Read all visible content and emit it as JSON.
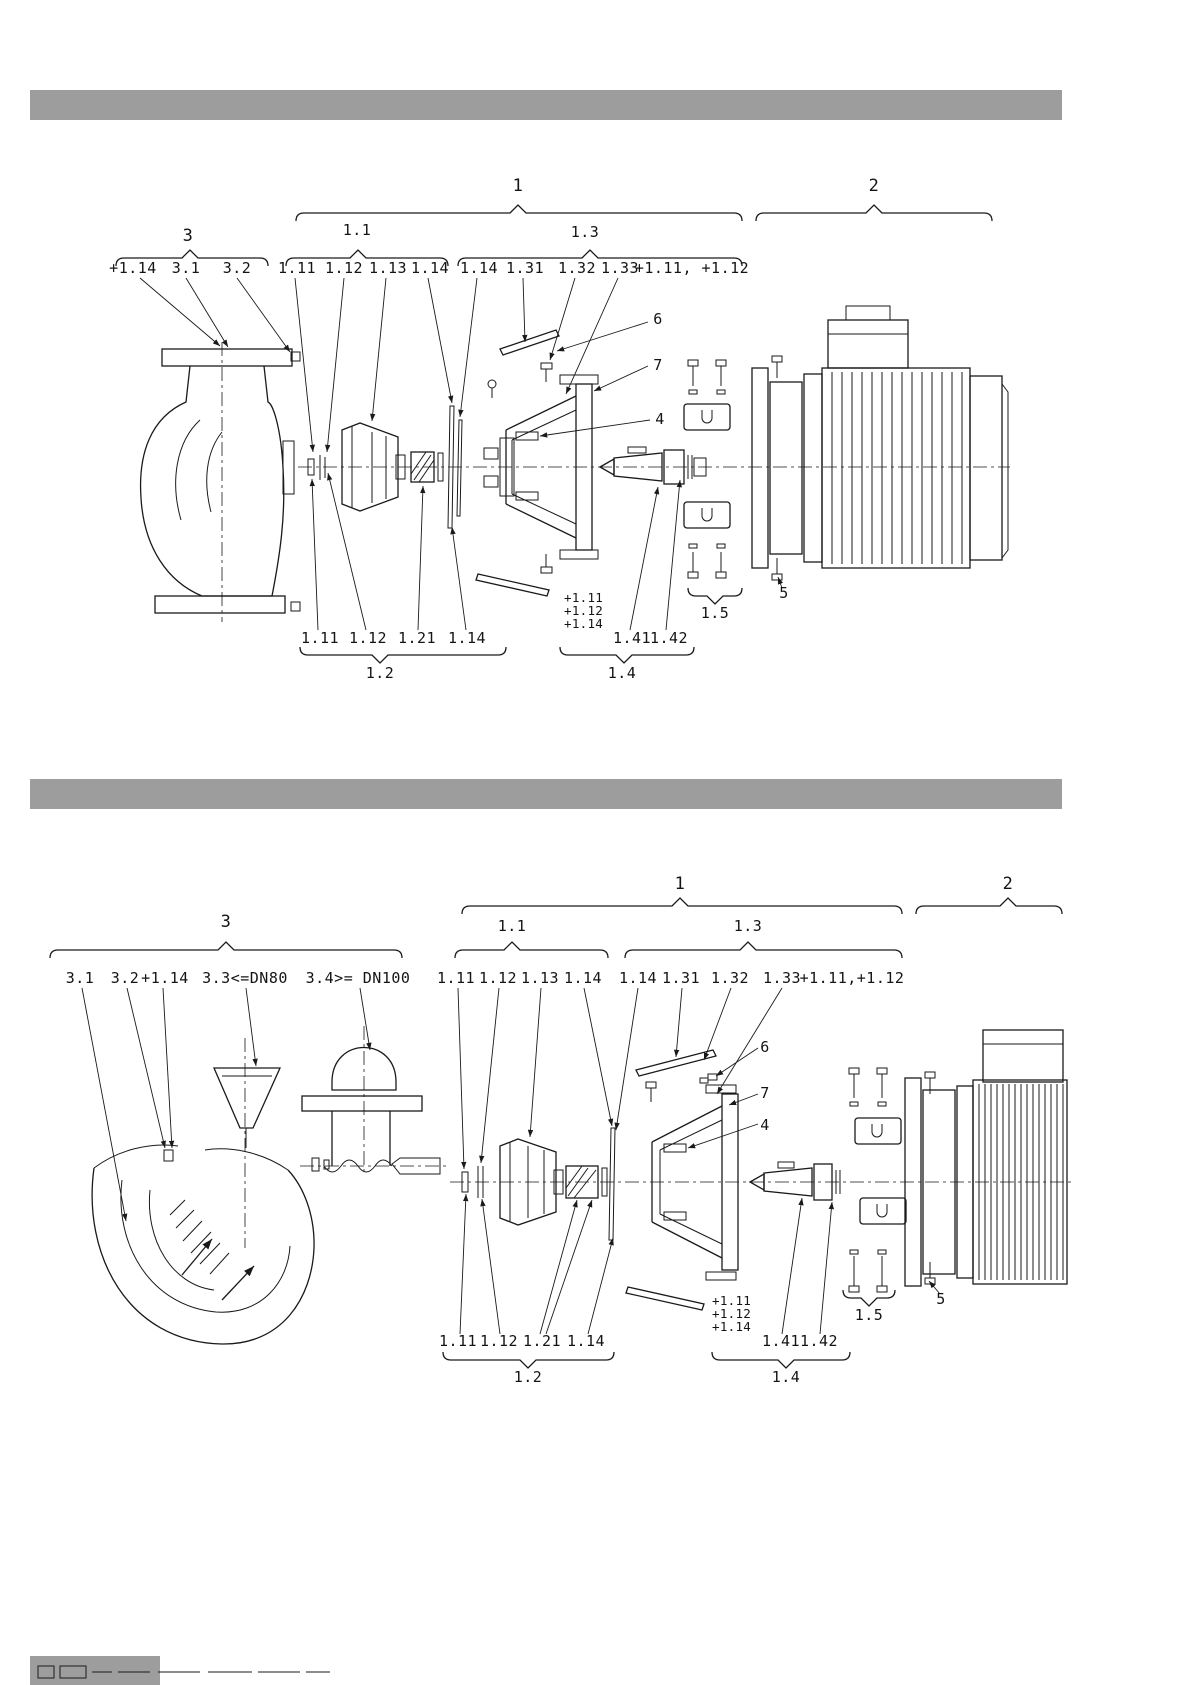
{
  "page": {
    "background": "#ffffff",
    "bar_color": "#9d9d9d",
    "line_color": "#1a1a1a"
  },
  "fig1": {
    "nums": {
      "n1": "1",
      "n2": "2",
      "n3": "3",
      "n4": "4",
      "n5": "5",
      "n6": "6",
      "n7": "7"
    },
    "groups": {
      "g11": "1.1",
      "g12": "1.2",
      "g13": "1.3",
      "g14": "1.4",
      "g15": "1.5"
    },
    "top_row": [
      "+1.14",
      "3.1",
      "3.2",
      "1.11",
      "1.12",
      "1.13",
      "1.14",
      "1.14",
      "1.31",
      "1.32",
      "1.33",
      "+1.11, +1.12"
    ],
    "bottom_row_12": [
      "1.11",
      "1.12",
      "1.21",
      "1.14"
    ],
    "bottom_row_14": [
      "1.41",
      "1.42"
    ],
    "plus_stack": [
      "+1.11",
      "+1.12",
      "+1.14"
    ]
  },
  "fig2": {
    "nums": {
      "n1": "1",
      "n2": "2",
      "n3": "3",
      "n4": "4",
      "n5": "5",
      "n6": "6",
      "n7": "7"
    },
    "groups": {
      "g11": "1.1",
      "g12": "1.2",
      "g13": "1.3",
      "g14": "1.4",
      "g15": "1.5"
    },
    "top_row": [
      "3.1",
      "3.2",
      "+1.14",
      "3.3<=DN80",
      "3.4>= DN100",
      "1.11",
      "1.12",
      "1.13",
      "1.14",
      "1.14",
      "1.31",
      "1.32",
      "1.33",
      "+1.11,+1.12"
    ],
    "bottom_row_12": [
      "1.11",
      "1.12",
      "1.21",
      "1.14"
    ],
    "bottom_row_14": [
      "1.41",
      "1.42"
    ],
    "plus_stack": [
      "+1.11",
      "+1.12",
      "+1.14"
    ]
  }
}
